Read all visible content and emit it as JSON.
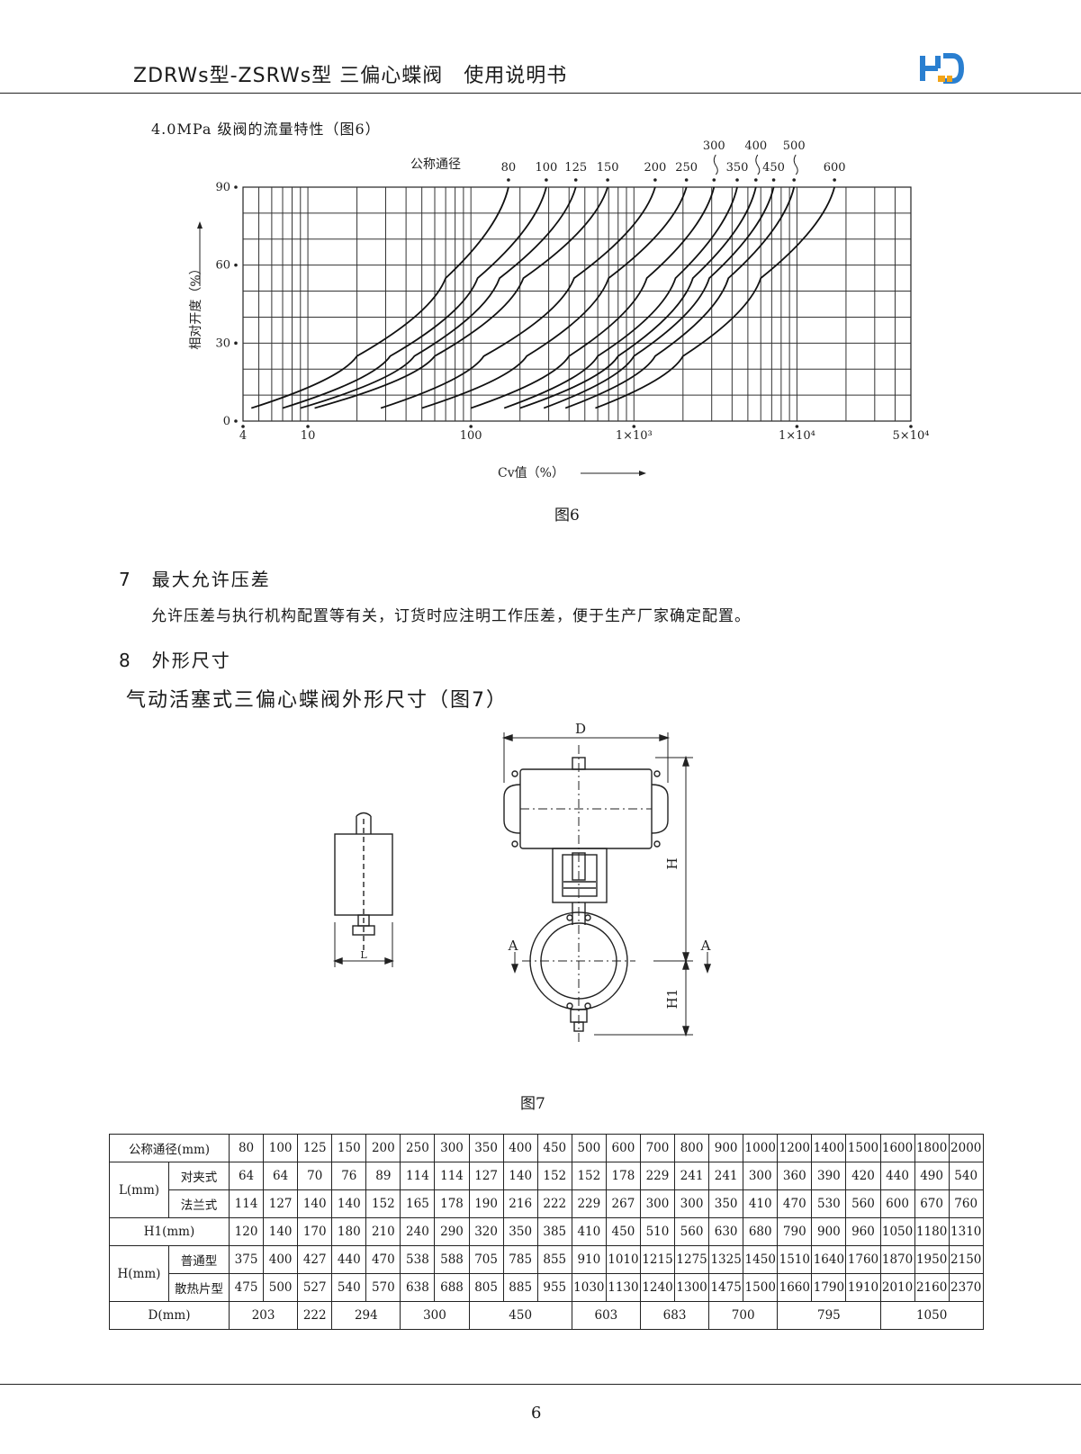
{
  "header": {
    "title": "ZDRWs型-ZSRWs型 三偏心蝶阀　使用说明书",
    "logo_text": "HD"
  },
  "fig6": {
    "heading": "4.0MPa 级阀的流量特性（图6）",
    "caption": "图6",
    "size_label": "公称通径",
    "chart_data": {
      "type": "line",
      "title": "4.0MPa 级阀的流量特性（图6）",
      "xlabel": "Cv值（%）",
      "ylabel": "相对开度（%）",
      "x_scale": "log",
      "xlim": [
        4,
        50000
      ],
      "ylim": [
        0,
        90
      ],
      "grid": true,
      "x_tick_labels": [
        "4",
        "10",
        "100",
        "1×10³",
        "1×10⁴",
        "5×10⁴"
      ],
      "x_tick_values": [
        4,
        10,
        100,
        1000,
        10000,
        50000
      ],
      "y_tick_labels": [
        "0",
        "30",
        "60",
        "90"
      ],
      "y_tick_values": [
        0,
        30,
        60,
        90
      ],
      "series": [
        {
          "name": "80",
          "x": [
            4.5,
            20,
            70,
            170
          ],
          "y": [
            5,
            25,
            55,
            90
          ]
        },
        {
          "name": "100",
          "x": [
            7,
            32,
            110,
            290
          ],
          "y": [
            5,
            25,
            55,
            90
          ]
        },
        {
          "name": "125",
          "x": [
            9,
            45,
            150,
            440
          ],
          "y": [
            5,
            25,
            55,
            90
          ]
        },
        {
          "name": "150",
          "x": [
            11,
            60,
            210,
            690
          ],
          "y": [
            5,
            25,
            55,
            90
          ]
        },
        {
          "name": "200",
          "x": [
            28,
            120,
            430,
            1350
          ],
          "y": [
            5,
            25,
            55,
            90
          ]
        },
        {
          "name": "250",
          "x": [
            50,
            220,
            700,
            2100
          ],
          "y": [
            5,
            25,
            55,
            90
          ]
        },
        {
          "name": "300",
          "x": [
            100,
            400,
            1200,
            3100
          ],
          "y": [
            5,
            25,
            55,
            90
          ]
        },
        {
          "name": "350",
          "x": [
            160,
            600,
            1800,
            4300
          ],
          "y": [
            5,
            25,
            55,
            90
          ]
        },
        {
          "name": "400",
          "x": [
            200,
            800,
            2300,
            5600
          ],
          "y": [
            5,
            25,
            55,
            90
          ]
        },
        {
          "name": "450",
          "x": [
            280,
            1000,
            2900,
            7200
          ],
          "y": [
            5,
            25,
            55,
            90
          ]
        },
        {
          "name": "500",
          "x": [
            380,
            1350,
            3800,
            9600
          ],
          "y": [
            5,
            25,
            55,
            90
          ]
        },
        {
          "name": "600",
          "x": [
            580,
            2000,
            6000,
            17000
          ],
          "y": [
            5,
            25,
            55,
            90
          ]
        }
      ]
    }
  },
  "section7": {
    "number": "7",
    "title": "最大允许压差",
    "body": "允许压差与执行机构配置等有关，订货时应注明工作压差，便于生产厂家确定配置。"
  },
  "section8": {
    "number": "8",
    "title": "外形尺寸",
    "subtitle": "气动活塞式三偏心蝶阀外形尺寸（图7）"
  },
  "fig7": {
    "caption": "图7",
    "labels": {
      "D": "D",
      "H": "H",
      "H1": "H1",
      "L": "L",
      "A": "A"
    }
  },
  "table": {
    "dn_label": "公称通径(mm)",
    "dn": [
      "80",
      "100",
      "125",
      "150",
      "200",
      "250",
      "300",
      "350",
      "400",
      "450",
      "500",
      "600",
      "700",
      "800",
      "900",
      "1000",
      "1200",
      "1400",
      "1500",
      "1600",
      "1800",
      "2000"
    ],
    "L_label": "L(mm)",
    "L_wafer_label": "对夹式",
    "L_wafer": [
      "64",
      "64",
      "70",
      "76",
      "89",
      "114",
      "114",
      "127",
      "140",
      "152",
      "152",
      "178",
      "229",
      "241",
      "241",
      "300",
      "360",
      "390",
      "420",
      "440",
      "490",
      "540"
    ],
    "L_flange_label": "法兰式",
    "L_flange": [
      "114",
      "127",
      "140",
      "140",
      "152",
      "165",
      "178",
      "190",
      "216",
      "222",
      "229",
      "267",
      "300",
      "300",
      "350",
      "410",
      "470",
      "530",
      "560",
      "600",
      "670",
      "760"
    ],
    "H1_label": "H1(mm)",
    "H1": [
      "120",
      "140",
      "170",
      "180",
      "210",
      "240",
      "290",
      "320",
      "350",
      "385",
      "410",
      "450",
      "510",
      "560",
      "630",
      "680",
      "790",
      "900",
      "960",
      "1050",
      "1180",
      "1310"
    ],
    "H_label": "H(mm)",
    "H_normal_label": "普通型",
    "H_normal": [
      "375",
      "400",
      "427",
      "440",
      "470",
      "538",
      "588",
      "705",
      "785",
      "855",
      "910",
      "1010",
      "1215",
      "1275",
      "1325",
      "1450",
      "1510",
      "1640",
      "1760",
      "1870",
      "1950",
      "2150"
    ],
    "H_fin_label": "散热片型",
    "H_fin": [
      "475",
      "500",
      "527",
      "540",
      "570",
      "638",
      "688",
      "805",
      "885",
      "955",
      "1030",
      "1130",
      "1240",
      "1300",
      "1475",
      "1500",
      "1660",
      "1790",
      "1910",
      "2010",
      "2160",
      "2370"
    ],
    "D_label": "D(mm)",
    "D": [
      {
        "value": "203",
        "span": 2
      },
      {
        "value": "222",
        "span": 1
      },
      {
        "value": "294",
        "span": 2
      },
      {
        "value": "300",
        "span": 2
      },
      {
        "value": "450",
        "span": 3
      },
      {
        "value": "603",
        "span": 2
      },
      {
        "value": "683",
        "span": 2
      },
      {
        "value": "700",
        "span": 2
      },
      {
        "value": "795",
        "span": 3
      },
      {
        "value": "1050",
        "span": 3
      }
    ]
  },
  "footer": {
    "page_number": "6"
  }
}
